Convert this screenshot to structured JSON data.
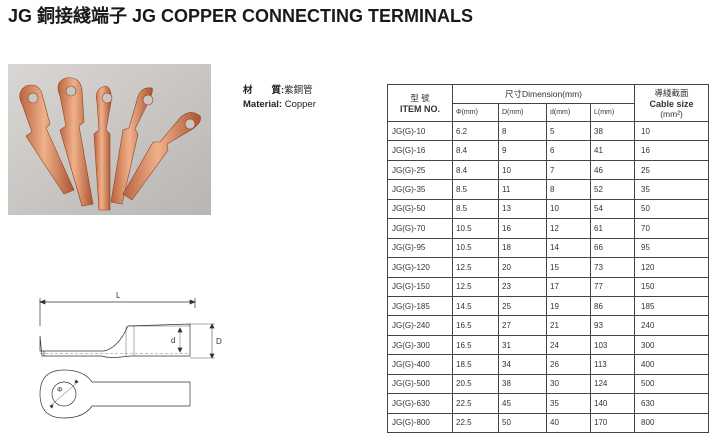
{
  "page": {
    "title": "JG 銅接綫端子 JG COPPER CONNECTING TERMINALS"
  },
  "material": {
    "label_cn": "材　　質:",
    "value_cn": "紫銅管",
    "label_en": "Material:",
    "value_en": "Copper"
  },
  "drawing": {
    "dim_L": "L",
    "dim_d": "d",
    "dim_D": "D",
    "dim_phi": "Φ"
  },
  "table": {
    "item_cn": "型 號",
    "item_en": "ITEM NO.",
    "dimension_header": "尺寸Dimension(mm)",
    "cable_cn": "導綫截面",
    "cable_en": "Cable size",
    "cable_unit": "(mm²)",
    "col_phi": "Φ(mm)",
    "col_D": "D(mm)",
    "col_d": "d(mm)",
    "col_L": "L(mm)",
    "rows": [
      {
        "item": "JG(G)-10",
        "phi": "6.2",
        "D": "8",
        "d": "5",
        "L": "38",
        "cable": "10"
      },
      {
        "item": "JG(G)-16",
        "phi": "8.4",
        "D": "9",
        "d": "6",
        "L": "41",
        "cable": "16"
      },
      {
        "item": "JG(G)-25",
        "phi": "8.4",
        "D": "10",
        "d": "7",
        "L": "46",
        "cable": "25"
      },
      {
        "item": "JG(G)-35",
        "phi": "8.5",
        "D": "11",
        "d": "8",
        "L": "52",
        "cable": "35"
      },
      {
        "item": "JG(G)-50",
        "phi": "8.5",
        "D": "13",
        "d": "10",
        "L": "54",
        "cable": "50"
      },
      {
        "item": "JG(G)-70",
        "phi": "10.5",
        "D": "16",
        "d": "12",
        "L": "61",
        "cable": "70"
      },
      {
        "item": "JG(G)-95",
        "phi": "10.5",
        "D": "18",
        "d": "14",
        "L": "66",
        "cable": "95"
      },
      {
        "item": "JG(G)-120",
        "phi": "12.5",
        "D": "20",
        "d": "15",
        "L": "73",
        "cable": "120"
      },
      {
        "item": "JG(G)-150",
        "phi": "12.5",
        "D": "23",
        "d": "17",
        "L": "77",
        "cable": "150"
      },
      {
        "item": "JG(G)-185",
        "phi": "14.5",
        "D": "25",
        "d": "19",
        "L": "86",
        "cable": "185"
      },
      {
        "item": "JG(G)-240",
        "phi": "16.5",
        "D": "27",
        "d": "21",
        "L": "93",
        "cable": "240"
      },
      {
        "item": "JG(G)-300",
        "phi": "16.5",
        "D": "31",
        "d": "24",
        "L": "103",
        "cable": "300"
      },
      {
        "item": "JG(G)-400",
        "phi": "18.5",
        "D": "34",
        "d": "26",
        "L": "113",
        "cable": "400"
      },
      {
        "item": "JG(G)-500",
        "phi": "20.5",
        "D": "38",
        "d": "30",
        "L": "124",
        "cable": "500"
      },
      {
        "item": "JG(G)-630",
        "phi": "22.5",
        "D": "45",
        "d": "35",
        "L": "140",
        "cable": "630"
      },
      {
        "item": "JG(G)-800",
        "phi": "22.5",
        "D": "50",
        "d": "40",
        "L": "170",
        "cable": "800"
      }
    ]
  }
}
